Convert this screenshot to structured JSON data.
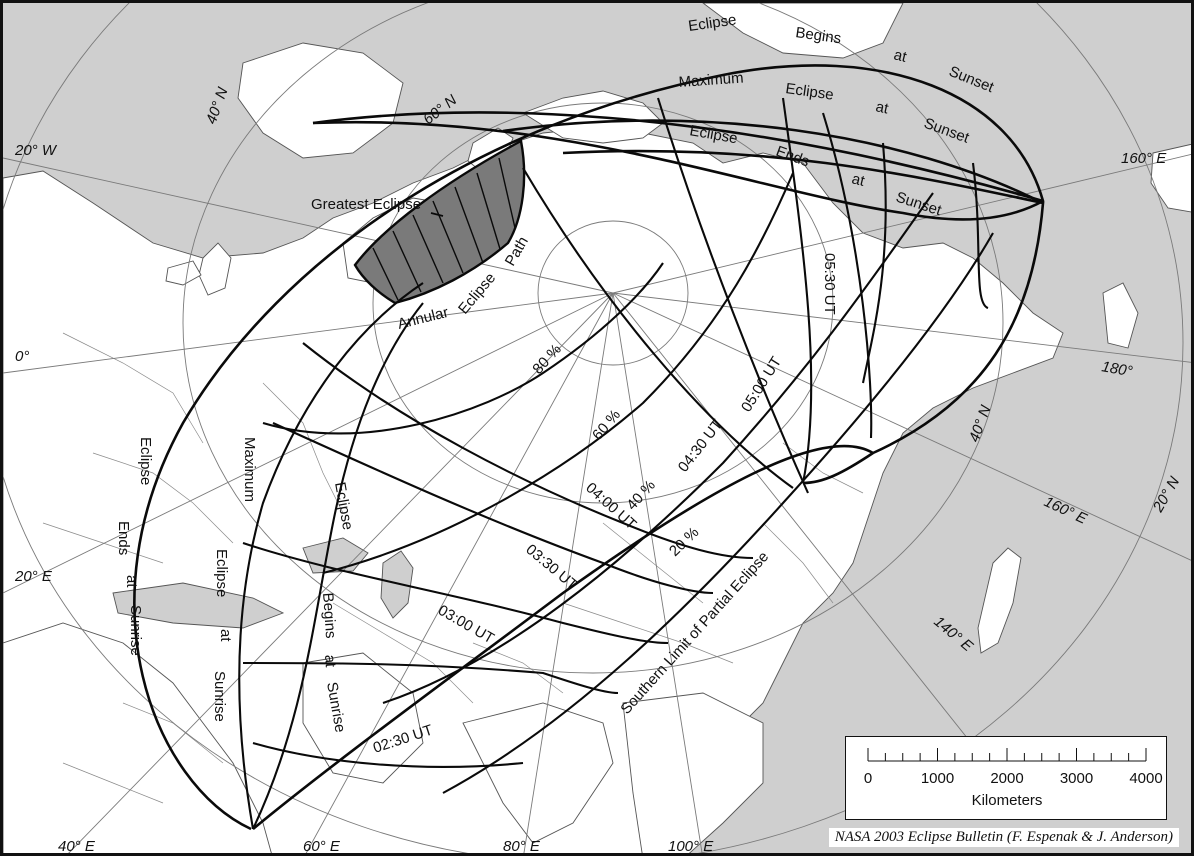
{
  "map": {
    "colors": {
      "ocean": "#cfcfcf",
      "land": "#ffffff",
      "annular_path": "#7a7a7a",
      "lines": "#0a0a0a",
      "graticule": "#7a7a7a"
    },
    "graticule_labels": {
      "lon_20w": "20° W",
      "lon_0": "0°",
      "lon_20e": "20° E",
      "lon_40e": "40° E",
      "lon_60e": "60° E",
      "lon_80e": "80° E",
      "lon_100e": "100° E",
      "lon_140e": "140° E",
      "lon_160e_top": "160° E",
      "lon_160e_right": "160° E",
      "lon_180": "180°",
      "lat_40n_left": "40° N",
      "lat_60n": "60° N",
      "lat_40n_right": "40° N",
      "lat_20n": "20° N"
    },
    "curve_labels": {
      "begins_w1": "Eclipse",
      "begins_w2": "Begins",
      "begins_w3": "at",
      "begins_w4": "Sunset",
      "max_w1": "Maximum",
      "max_w2": "Eclipse",
      "max_w3": "at",
      "max_w4": "Sunset",
      "ends_w1": "Eclipse",
      "ends_w2": "Ends",
      "ends_w3": "at",
      "ends_w4": "Sunset",
      "sunrise_ends_w1": "Eclipse",
      "sunrise_ends_w2": "Ends",
      "sunrise_ends_w3": "at",
      "sunrise_ends_w4": "Sunrise",
      "sunrise_max_w1": "Maximum",
      "sunrise_max_w2": "Eclipse",
      "sunrise_max_w3": "at",
      "sunrise_max_w4": "Sunrise",
      "sunrise_begins_w1": "Eclipse",
      "sunrise_begins_w2": "Begins",
      "sunrise_begins_w3": "at",
      "sunrise_begins_w4": "Sunrise",
      "greatest_eclipse": "Greatest Eclipse",
      "annular_w1": "Annular",
      "annular_w2": "Eclipse",
      "annular_w3": "Path",
      "southern_limit": "Southern Limit of Partial Eclipse"
    },
    "magnitude_labels": [
      "80 %",
      "60 %",
      "40 %",
      "20 %"
    ],
    "time_labels": [
      "02:30 UT",
      "03:00 UT",
      "03:30 UT",
      "04:00 UT",
      "04:30 UT",
      "05:00 UT",
      "05:30 UT"
    ]
  },
  "scale_bar": {
    "tick_labels": [
      "0",
      "1000",
      "2000",
      "3000",
      "4000"
    ],
    "unit": "Kilometers"
  },
  "credit": "NASA 2003 Eclipse Bulletin (F. Espenak & J. Anderson)"
}
